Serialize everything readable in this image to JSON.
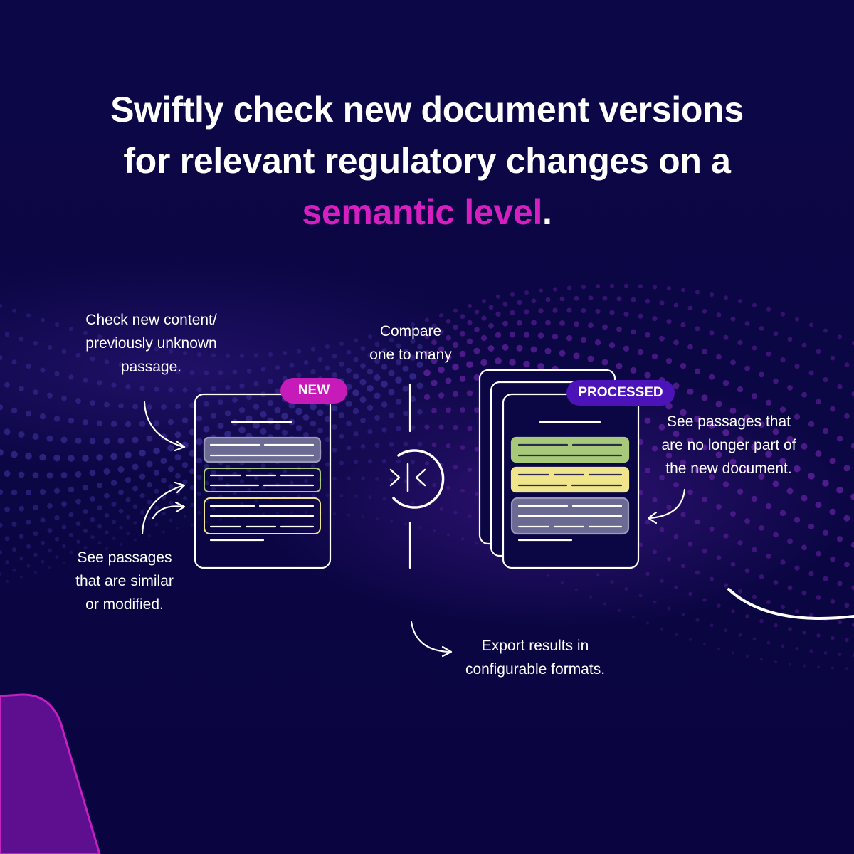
{
  "headline": {
    "line1": "Swiftly check new document versions",
    "line2": "for relevant regulatory changes on a",
    "accent": "semantic level",
    "end": "."
  },
  "labels": {
    "check_new": [
      "Check new content/",
      "previously unknown",
      "passage."
    ],
    "similar": [
      "See passages",
      "that are similar",
      "or modified."
    ],
    "compare": [
      "Compare",
      "one to many"
    ],
    "removed": [
      "See passages that",
      "are no longer part of",
      "the new document."
    ],
    "export": [
      "Export results in",
      "configurable formats."
    ]
  },
  "badges": {
    "new": "NEW",
    "processed": "PROCESSED"
  },
  "icons": [
    "compare-icon",
    "arrow-icon"
  ],
  "colors": {
    "background": "#0a0640",
    "accent_magenta": "#d51fc1",
    "badge_new": "#c61ab9",
    "badge_processed": "#4b13b8",
    "highlight_gray": "#6a6a93",
    "highlight_green": "#a8c97a",
    "highlight_yellow": "#f0e58a"
  }
}
